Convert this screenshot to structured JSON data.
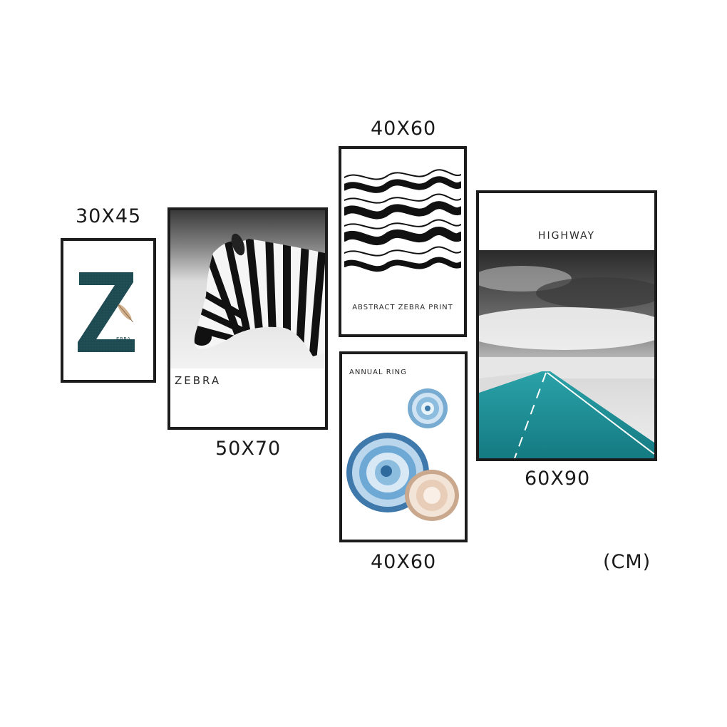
{
  "prints": [
    {
      "id": "zebra-letter",
      "size": "30X45",
      "big_letter": "Z",
      "small_text": "EBRA",
      "accent_color": "#1e4a52"
    },
    {
      "id": "zebra-photo",
      "size": "50X70",
      "caption": "ZEBRA"
    },
    {
      "id": "abstract-zebra",
      "size": "40X60",
      "caption": "ABSTRACT ZEBRA PRINT"
    },
    {
      "id": "annual-ring",
      "size": "40X60",
      "caption": "ANNUAL RING",
      "accent_color": "#4a86b8"
    },
    {
      "id": "highway",
      "size": "60X90",
      "caption": "HIGHWAY",
      "accent_color": "#1f8f97"
    }
  ],
  "unit": "(CM)"
}
